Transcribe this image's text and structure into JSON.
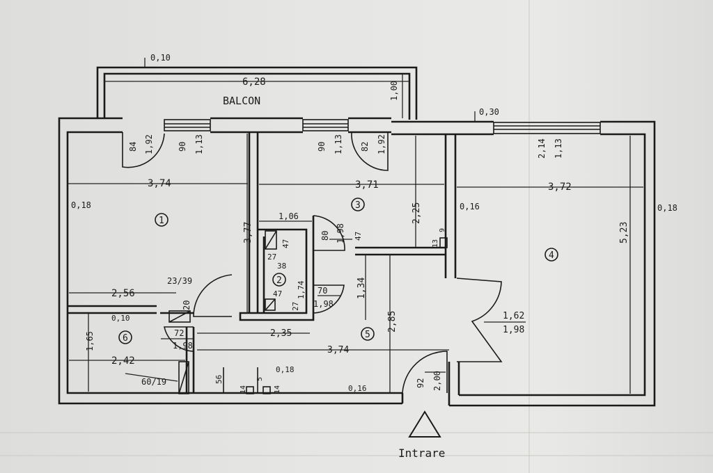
{
  "plan": {
    "balcony_label": "BALCON",
    "entrance_label": "Intrare",
    "rooms": [
      "1",
      "2",
      "3",
      "4",
      "5",
      "6"
    ],
    "dimensions": {
      "wall_010": "0,10",
      "balcony_width": "6,28",
      "balcony_depth": "1,00",
      "wall_030": "0,30",
      "door_84": "84",
      "door_192a": "1,92",
      "win_90a": "90",
      "win_113a": "1,13",
      "win_90b": "90",
      "win_113b": "1,13",
      "door_82": "82",
      "door_192b": "1,92",
      "win_214": "2,14",
      "win_113c": "1,13",
      "r1_width": "3,74",
      "r3_width": "3,71",
      "r4_width": "3,72",
      "wall_018_left": "0,18",
      "wall_016": "0,16",
      "wall_018_right": "0,18",
      "r1_height": "3,77",
      "r3_height": "2,25",
      "r4_height": "5,23",
      "d_106": "1,06",
      "d_47a": "47",
      "d_27a": "27",
      "d_38": "38",
      "d_174": "1,74",
      "d_47b": "47",
      "d_27b": "27",
      "door_70": "70",
      "door_198a": "1,98",
      "door_80": "80",
      "door_198b": "1,98",
      "d_47c": "47",
      "d_13": "13",
      "d_9": "9",
      "d_256": "2,56",
      "d_2339": "23/39",
      "d_010b": "0,10",
      "door_20": "20",
      "r6_height": "1,65",
      "door_72": "72",
      "door_198c": "1,98",
      "d_235": "2,35",
      "d_374b": "3,74",
      "d_134": "1,34",
      "d_285": "2,85",
      "door_162": "1,62",
      "door_198d": "1,98",
      "r6_width": "2,42",
      "d_6019": "60/19",
      "d_56": "56",
      "d_14a": "14",
      "d_5": "5",
      "d_14b": "14",
      "d_018c": "0,18",
      "d_016b": "0,16",
      "door_92": "92",
      "door_200": "2,00"
    }
  }
}
